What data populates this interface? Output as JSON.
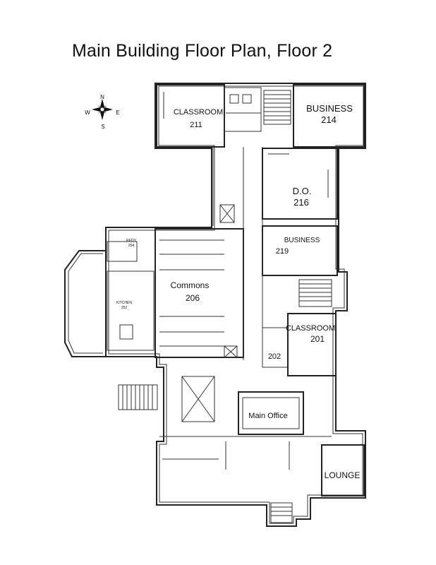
{
  "title": "Main Building Floor Plan, Floor 2",
  "compass": {
    "n": "N",
    "s": "S",
    "e": "E",
    "w": "W"
  },
  "rooms": {
    "classroom_211": {
      "name": "CLASSROOM",
      "number": "211"
    },
    "business_214": {
      "name": "BUSINESS",
      "number": "214"
    },
    "do_216": {
      "name": "D.O.",
      "number": "216"
    },
    "business_219": {
      "name": "BUSINESS",
      "number": "219"
    },
    "commons_206": {
      "name": "Commons",
      "number": "206"
    },
    "classroom_201": {
      "name": "CLASSROOM",
      "number": "201"
    },
    "room_202": {
      "number": "202"
    },
    "main_office": {
      "name": "Main Office"
    },
    "lounge": {
      "name": "LOUNGE"
    },
    "redy_254": {
      "name": "REDY",
      "number": "254"
    },
    "kitchen_252": {
      "name": "KITCHEN",
      "number": "252"
    }
  }
}
